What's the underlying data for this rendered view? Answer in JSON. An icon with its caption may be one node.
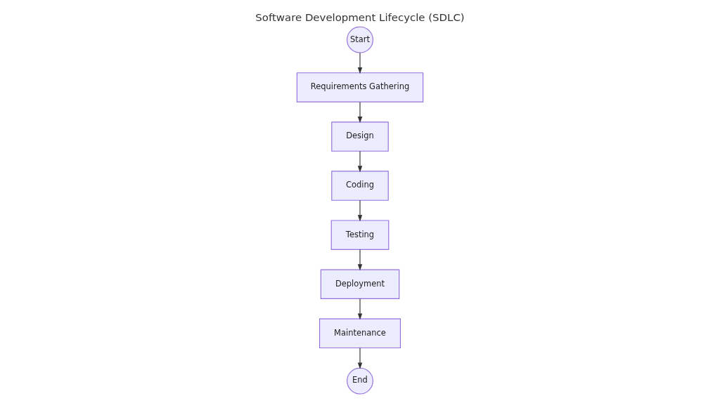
{
  "diagram": {
    "title": "Software Development Lifecycle (SDLC)",
    "nodes": [
      {
        "text": [
          "Start"
        ]
      },
      {
        "text": [
          "Requirements Gathering"
        ]
      },
      {
        "text": [
          "Design"
        ]
      },
      {
        "text": [
          "Coding"
        ]
      },
      {
        "text": [
          "Testing"
        ]
      },
      {
        "text": [
          "Deployment"
        ]
      },
      {
        "text": [
          "Maintenance"
        ]
      },
      {
        "text": [
          "End"
        ]
      }
    ],
    "edges": [
      {
        "from": 0,
        "to": 1,
        "arrow": "to"
      },
      {
        "from": 1,
        "to": 2,
        "arrow": "to"
      },
      {
        "from": 2,
        "to": 3,
        "arrow": "to"
      },
      {
        "from": 3,
        "to": 4,
        "arrow": "to"
      },
      {
        "from": 4,
        "to": 5,
        "arrow": "to"
      },
      {
        "from": 5,
        "to": 6,
        "arrow": "to"
      },
      {
        "from": 6,
        "to": 7,
        "arrow": "to"
      }
    ]
  }
}
